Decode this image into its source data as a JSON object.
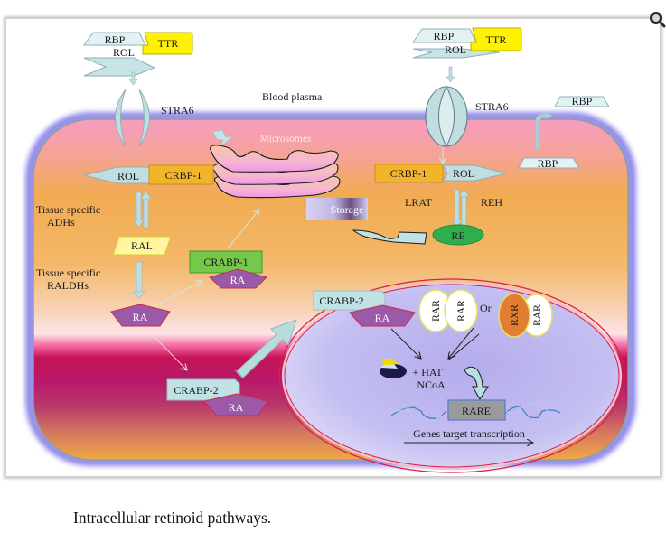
{
  "figure": {
    "caption": "Intracellular retinoid pathways.",
    "zoom_icon": "magnifier-icon",
    "colors": {
      "cytoplasm_top": "#f6a0b8",
      "cytoplasm_mid": "#f0ad4e",
      "cytoplasm_band": "#c2145a",
      "membrane": "#9c96e8",
      "nucleus": "#c8c4f2",
      "nuclear_envelope": "#d8204c",
      "transport_protein": "#c0e2e4",
      "ttr": "#fff200",
      "crbp1": "#f0b428",
      "crabp1": "#76c84a",
      "ra": "#9a5aa8",
      "re": "#2fad4f",
      "rxr": "#e27e32",
      "rare": "#9a9a9a",
      "dna": "#4a7ecc"
    }
  },
  "labels": {
    "blood_plasma": "Blood plasma",
    "microsomes": "Microsomes",
    "storage": "Storage",
    "tissue_specific_adhs": [
      "Tissue specific",
      "ADHs"
    ],
    "tissue_specific_raldhs": [
      "Tissue specific",
      "RALDHs"
    ],
    "lrat": "LRAT",
    "reh": "REH",
    "or": "Or",
    "hat": "+ HAT",
    "ncoa": "NCoA",
    "genes_target_transcription": "Genes target transcription"
  },
  "plasma_left": {
    "rbp": "RBP",
    "ttr": "TTR",
    "rol": "ROL",
    "stra6": "STRA6"
  },
  "plasma_right": {
    "rbp": "RBP",
    "ttr": "TTR",
    "rol": "ROL",
    "stra6": "STRA6",
    "rbp_released": "RBP"
  },
  "cytoplasm_left": {
    "rol": "ROL",
    "crbp1": "CRBP-1",
    "ral": "RAL",
    "ra": "RA",
    "crabp1": "CRABP-1",
    "crabp1_ra": "RA",
    "crabp2": "CRABP-2",
    "crabp2_ra": "RA"
  },
  "cytoplasm_right": {
    "crbp1": "CRBP-1",
    "rol": "ROL",
    "re": "RE",
    "rbp": "RBP"
  },
  "nucleus": {
    "crabp2": "CRABP-2",
    "ra": "RA",
    "dimer1": [
      "RAR",
      "RAR"
    ],
    "dimer2": [
      "RXR",
      "RAR"
    ],
    "rare": "RARE"
  }
}
